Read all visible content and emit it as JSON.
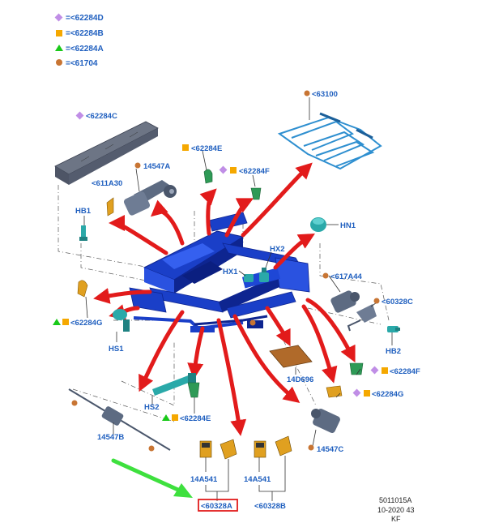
{
  "legend": [
    {
      "symbol": "diamond",
      "color": "#c08ee6",
      "text": "=<62284D"
    },
    {
      "symbol": "square",
      "color": "#f5a800",
      "text": "=<62284B"
    },
    {
      "symbol": "triangle",
      "color": "#19c919",
      "text": "=<62284A"
    },
    {
      "symbol": "circle",
      "color": "#c87533",
      "text": "=<61704"
    }
  ],
  "labels": {
    "l63100": "<63100",
    "l62284C": "<62284C",
    "l62284E_top": "<62284E",
    "l14547A": "14547A",
    "l62284F_top": "<62284F",
    "l611A30": "<611A30",
    "lHB1": "HB1",
    "lHN1": "HN1",
    "lHX2": "HX2",
    "lHX1": "HX1",
    "l617A44": "<617A44",
    "l60328C": "<60328C",
    "l62284G_left": "<62284G",
    "lHS1": "HS1",
    "lHB2": "HB2",
    "l14D696": "14D696",
    "l62284F_right": "<62284F",
    "lHS2": "HS2",
    "l62284G_right": "<62284G",
    "l62284E_bottom": "<62284E",
    "l14547B": "14547B",
    "l14547C": "14547C",
    "l14A541_left": "14A541",
    "l14A541_right": "14A541",
    "l60328A": "<60328A",
    "l60328B": "<60328B"
  },
  "footer": {
    "line1": "5011015A",
    "line2": "10-2020 43",
    "line3": "KF"
  },
  "colors": {
    "frame": "#1a3fc8",
    "frame_dark": "#0e2590",
    "part_teal": "#2aa9a9",
    "part_gray": "#5d6b82",
    "part_orange": "#e0a020",
    "callout_red": "#e21b1b",
    "pointer_green": "#3ee03e",
    "label_blue": "#1f5fbf"
  }
}
